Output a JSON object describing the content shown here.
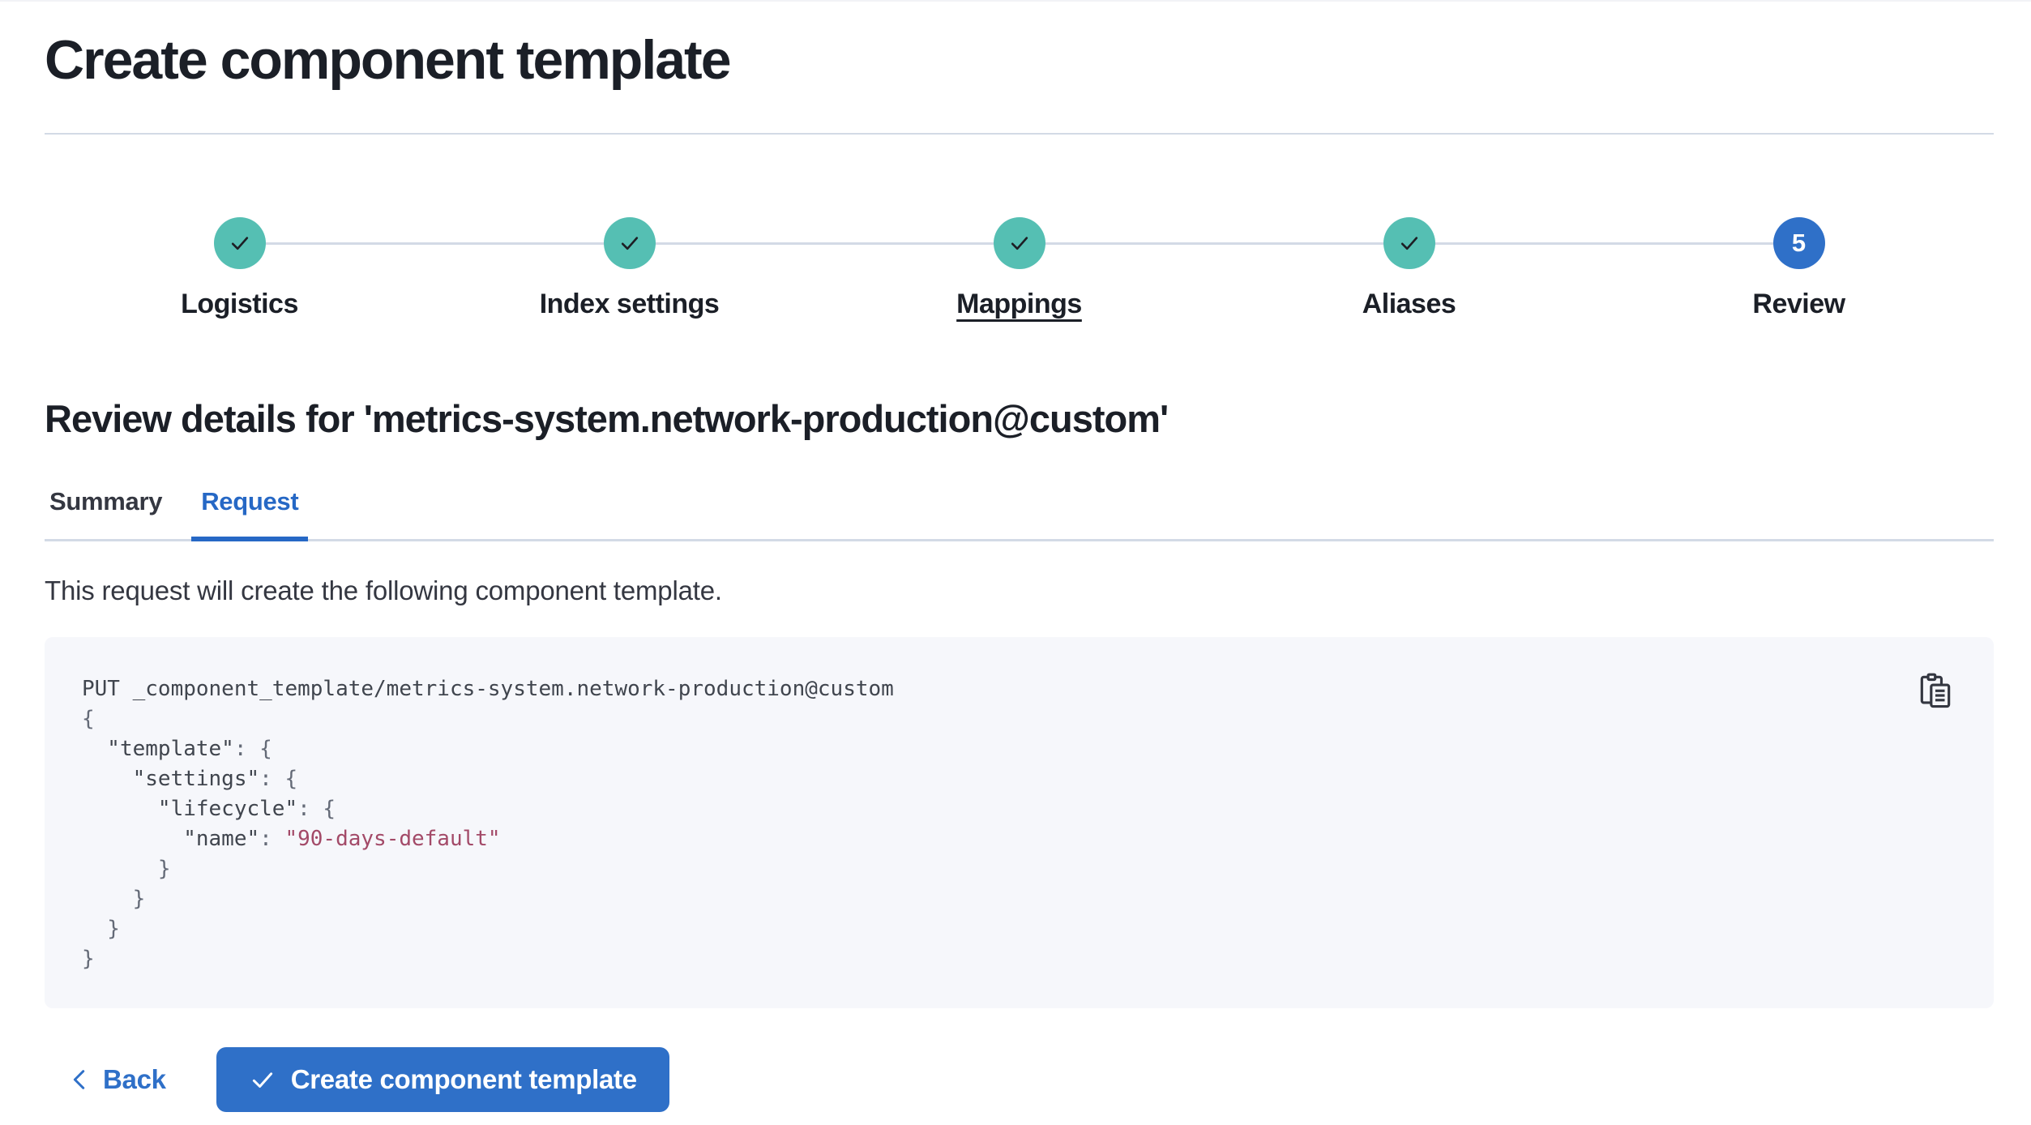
{
  "page": {
    "title": "Create component template"
  },
  "stepper": {
    "steps": [
      {
        "label": "Logistics",
        "status": "complete"
      },
      {
        "label": "Index settings",
        "status": "complete"
      },
      {
        "label": "Mappings",
        "status": "complete",
        "underlined": true
      },
      {
        "label": "Aliases",
        "status": "complete"
      },
      {
        "label": "Review",
        "status": "current",
        "number": "5"
      }
    ]
  },
  "review": {
    "heading": "Review details for 'metrics-system.network-production@custom'",
    "tabs": [
      {
        "label": "Summary",
        "active": false
      },
      {
        "label": "Request",
        "active": true
      }
    ],
    "description": "This request will create the following component template."
  },
  "code": {
    "lines": [
      [
        {
          "c": "plain",
          "t": "PUT _component_template/metrics-system.network-production@custom"
        }
      ],
      [
        {
          "c": "punct",
          "t": "{"
        }
      ],
      [
        {
          "c": "plain",
          "t": "  \"template\""
        },
        {
          "c": "punct",
          "t": ": {"
        }
      ],
      [
        {
          "c": "plain",
          "t": "    \"settings\""
        },
        {
          "c": "punct",
          "t": ": {"
        }
      ],
      [
        {
          "c": "plain",
          "t": "      \"lifecycle\""
        },
        {
          "c": "punct",
          "t": ": {"
        }
      ],
      [
        {
          "c": "plain",
          "t": "        \"name\""
        },
        {
          "c": "punct",
          "t": ": "
        },
        {
          "c": "string",
          "t": "\"90-days-default\""
        }
      ],
      [
        {
          "c": "punct",
          "t": "      }"
        }
      ],
      [
        {
          "c": "punct",
          "t": "    }"
        }
      ],
      [
        {
          "c": "punct",
          "t": "  }"
        }
      ],
      [
        {
          "c": "punct",
          "t": "}"
        }
      ]
    ]
  },
  "footer": {
    "back_label": "Back",
    "submit_label": "Create component template"
  },
  "colors": {
    "primary_blue": "#2F70C8",
    "success_teal": "#55BFB3",
    "divider_gray": "#D3DAE6",
    "code_background": "#F6F7FB",
    "code_string_rose": "#A34A68",
    "text_dark": "#1B1F27",
    "text_body": "#343741"
  }
}
